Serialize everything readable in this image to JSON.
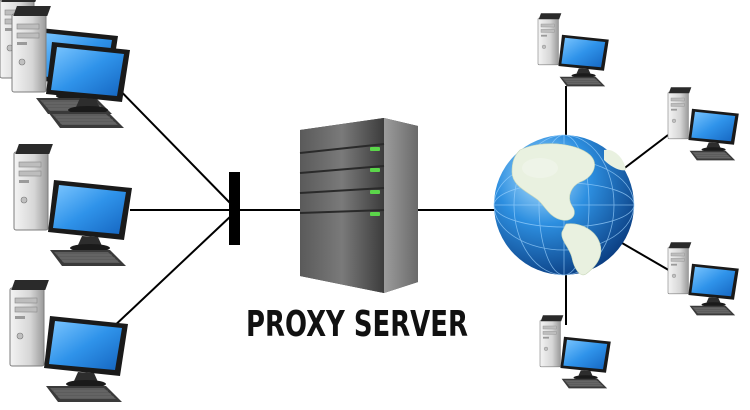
{
  "caption": "PROXY SERVER",
  "colors": {
    "line": "#000000",
    "tower": "#d9d9d9",
    "tower_shadow": "#8f8f8f",
    "screen": "#2b8fe0",
    "server": "#4a4a4a",
    "server_led": "#5bd64a",
    "globe_ocean": "#1f7fd0",
    "globe_land": "#e8f0d8"
  },
  "icons": {
    "client": "desktop-computer-icon",
    "firewall": "firewall-bar-icon",
    "server": "server-rack-icon",
    "internet": "globe-icon"
  },
  "nodes": {
    "clients_left": [
      "computer",
      "computer",
      "computer"
    ],
    "clients_right": [
      "computer",
      "computer",
      "computer",
      "computer"
    ],
    "server_leds": 4
  }
}
